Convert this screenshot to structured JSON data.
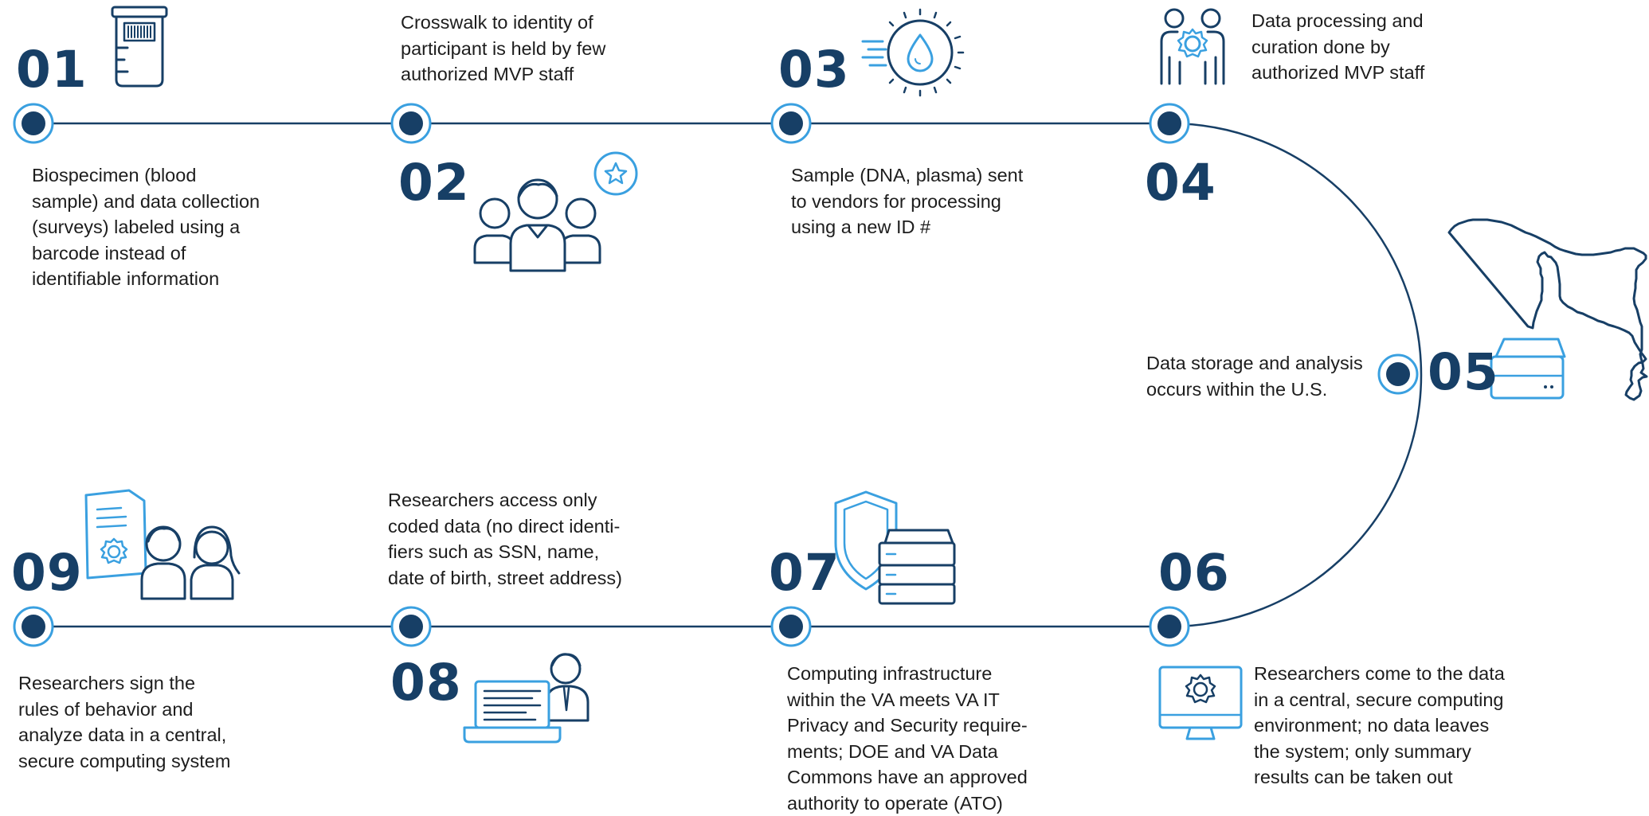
{
  "colors": {
    "navy": "#173f66",
    "accent_blue": "#3aa0e0",
    "line": "#173f66"
  },
  "steps": [
    {
      "number": "01",
      "text": "Biospecimen (blood\nsample) and data collection\n(surveys) labeled using a\nbarcode instead of\nidentifiable information",
      "icon": "test-tube-barcode-icon"
    },
    {
      "number": "02",
      "text": "Crosswalk to identity of\nparticipant is held by few\nauthorized MVP staff",
      "icon": "people-star-icon"
    },
    {
      "number": "03",
      "text": "Sample (DNA, plasma) sent\nto vendors for processing\nusing a new ID #",
      "icon": "fast-drop-icon"
    },
    {
      "number": "04",
      "text": "Data processing and\ncuration done by\nauthorized MVP staff",
      "icon": "people-gear-icon"
    },
    {
      "number": "05",
      "text": "Data storage and analysis\noccurs within the U.S.",
      "icon": "us-map-server-icon"
    },
    {
      "number": "06",
      "text": "Researchers come to the data\nin a central, secure computing\nenvironment; no data leaves\nthe system; only summary\nresults can be taken out",
      "icon": "monitor-gear-icon"
    },
    {
      "number": "07",
      "text": "Computing infrastructure\nwithin the VA meets VA IT\nPrivacy and Security require-\nments; DOE and VA Data\nCommons have an approved\nauthority to operate (ATO)",
      "icon": "shield-server-icon"
    },
    {
      "number": "08",
      "text": "Researchers access only\ncoded data (no direct identi-\nfiers such as SSN, name,\ndate of birth, street address)",
      "icon": "laptop-person-icon"
    },
    {
      "number": "09",
      "text": "Researchers sign the\nrules of behavior and\nanalyze data in a central,\nsecure computing system",
      "icon": "document-people-icon"
    }
  ]
}
